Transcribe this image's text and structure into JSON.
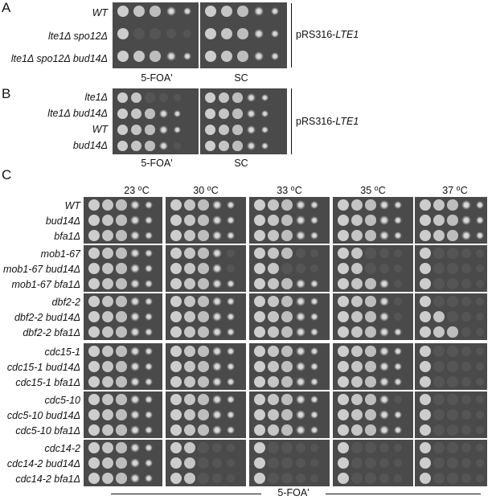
{
  "panel_a": {
    "letter": "A",
    "strains": [
      "WT",
      "lte1Δ spo12Δ",
      "lte1Δ spo12Δ bud14Δ"
    ],
    "media": [
      "5-FOA'",
      "SC"
    ],
    "plasmid_prefix": "pRS316-",
    "plasmid_gene": "LTE1",
    "growth": [
      [
        5,
        5
      ],
      [
        1,
        5
      ],
      [
        5,
        5
      ]
    ]
  },
  "panel_b": {
    "letter": "B",
    "strains": [
      "lte1Δ",
      "lte1Δ bud14Δ",
      "WT",
      "bud14Δ"
    ],
    "media": [
      "5-FOA'",
      "SC"
    ],
    "plasmid_prefix": "pRS316-",
    "plasmid_gene": "LTE1",
    "growth": [
      [
        2,
        5
      ],
      [
        5,
        5
      ],
      [
        5,
        5
      ],
      [
        4,
        5
      ]
    ]
  },
  "panel_c": {
    "letter": "C",
    "temperatures": [
      {
        "value": "23 ",
        "deg": "o",
        "unit": "C"
      },
      {
        "value": "30 ",
        "deg": "o",
        "unit": "C"
      },
      {
        "value": "33 ",
        "deg": "o",
        "unit": "C"
      },
      {
        "value": "35 ",
        "deg": "o",
        "unit": "C"
      },
      {
        "value": "37 ",
        "deg": "o",
        "unit": "C"
      }
    ],
    "bottom_label": "5-FOA'",
    "groups": [
      {
        "strains": [
          "WT",
          "bud14Δ",
          "bfa1Δ"
        ],
        "growth": [
          [
            5,
            5,
            5,
            5,
            5
          ],
          [
            5,
            5,
            5,
            5,
            5
          ],
          [
            5,
            5,
            5,
            5,
            5
          ]
        ]
      },
      {
        "strains": [
          "mob1-67",
          "mob1-67 bud14Δ",
          "mob1-67 bfa1Δ"
        ],
        "growth": [
          [
            5,
            4,
            3,
            2,
            1
          ],
          [
            5,
            4,
            2,
            2,
            1
          ],
          [
            5,
            5,
            5,
            4,
            1
          ]
        ]
      },
      {
        "strains": [
          "dbf2-2",
          "dbf2-2 bud14Δ",
          "dbf2-2 bfa1Δ"
        ],
        "growth": [
          [
            5,
            5,
            5,
            4,
            1
          ],
          [
            5,
            5,
            5,
            4,
            2
          ],
          [
            5,
            5,
            5,
            5,
            3
          ]
        ]
      },
      {
        "strains": [
          "cdc15-1",
          "cdc15-1 bud14Δ",
          "cdc15-1 bfa1Δ"
        ],
        "growth": [
          [
            5,
            5,
            5,
            5,
            1
          ],
          [
            5,
            5,
            5,
            5,
            1
          ],
          [
            5,
            5,
            5,
            5,
            1
          ]
        ]
      },
      {
        "strains": [
          "cdc5-10",
          "cdc5-10  bud14Δ",
          "cdc5-10  bfa1Δ"
        ],
        "growth": [
          [
            5,
            5,
            5,
            4,
            1
          ],
          [
            5,
            5,
            5,
            5,
            1
          ],
          [
            5,
            5,
            5,
            5,
            1
          ]
        ]
      },
      {
        "strains": [
          "cdc14-2",
          "cdc14-2 bud14Δ",
          "cdc14-2 bfa1Δ"
        ],
        "growth": [
          [
            5,
            2,
            1,
            1,
            1
          ],
          [
            5,
            2,
            1,
            1,
            1
          ],
          [
            5,
            2,
            1,
            1,
            1
          ]
        ]
      }
    ]
  },
  "colors": {
    "plate": "#4a4a4a",
    "spot": "#cfcfcf",
    "faint": "#6a6a6a"
  }
}
